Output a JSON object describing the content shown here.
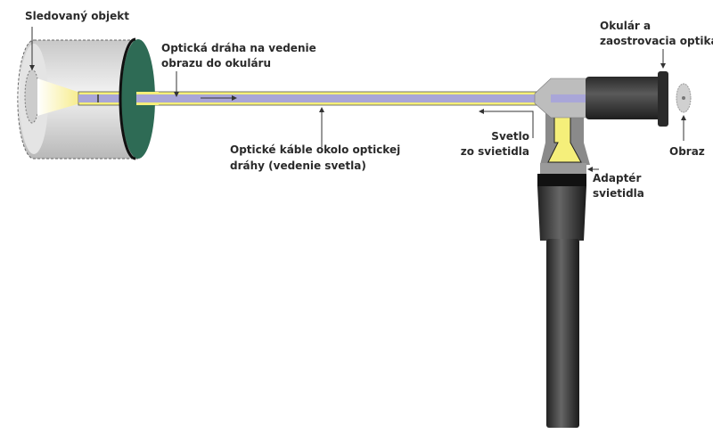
{
  "labels": {
    "object": "Sledovaný objekt",
    "optical_path": [
      "Optická dráha na vedenie",
      "obrazu do okuláru"
    ],
    "cables": [
      "Optické káble okolo optickej",
      "dráhy (vedenie svetla)"
    ],
    "eyepiece": [
      "Okulár a",
      "zaostrovacia optika"
    ],
    "light": [
      "Svetlo",
      "zo svietidla"
    ],
    "image": "Obraz",
    "adapter": [
      "Adaptér",
      "svietidla"
    ]
  },
  "colors": {
    "light_yellow": "#f5ef7a",
    "optical_path": "#a9a6d8",
    "disc_green": "#2e6b55",
    "cylinder_gray": "#d9d9d9",
    "eyepiece_dark": "#3a3a3a"
  }
}
